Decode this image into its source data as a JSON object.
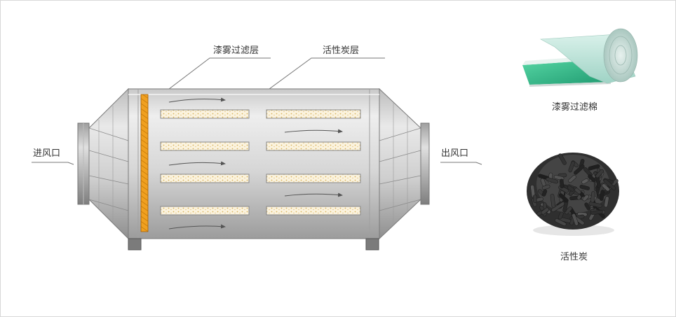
{
  "labels": {
    "paint_mist_layer": "漆雾过滤层",
    "activated_carbon_layer": "活性炭层",
    "inlet": "进风口",
    "outlet": "出风口",
    "paint_mist_cotton": "漆雾过滤棉",
    "activated_carbon": "活性炭"
  },
  "colors": {
    "body_light": "#e8e8e8",
    "body_dark": "#9a9a9a",
    "filter_orange": "#f0a020",
    "carbon_layer_fill": "#fbf3df",
    "carbon_dots": "#d9b35a",
    "cotton_green": "#3fbf8f",
    "cotton_top": "#c6e8e0",
    "carbon_pellet": "#3a3a3a"
  },
  "icons": {
    "airflow": "arrow-icon",
    "cotton_roll": "filter-cotton-roll-image",
    "carbon_pile": "activated-carbon-pile-image"
  }
}
